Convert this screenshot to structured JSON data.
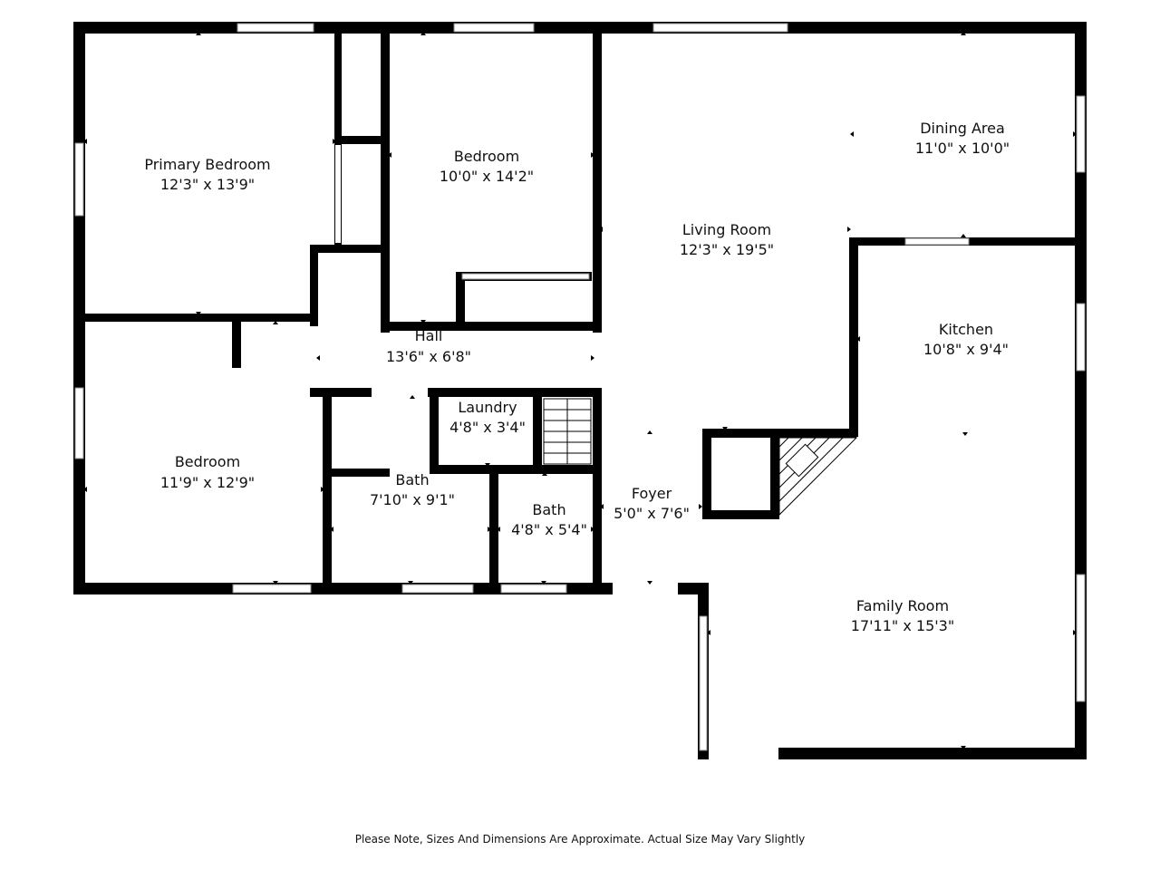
{
  "rooms": [
    {
      "key": "primary_bedroom",
      "name": "Primary Bedroom",
      "dims": "12'3\" x 13'9\""
    },
    {
      "key": "bedroom_2",
      "name": "Bedroom",
      "dims": "10'0\" x 14'2\""
    },
    {
      "key": "living_room",
      "name": "Living Room",
      "dims": "12'3\" x 19'5\""
    },
    {
      "key": "dining_area",
      "name": "Dining Area",
      "dims": "11'0\" x 10'0\""
    },
    {
      "key": "kitchen",
      "name": "Kitchen",
      "dims": "10'8\" x 9'4\""
    },
    {
      "key": "hall",
      "name": "Hall",
      "dims": "13'6\" x 6'8\""
    },
    {
      "key": "laundry",
      "name": "Laundry",
      "dims": "4'8\" x 3'4\""
    },
    {
      "key": "bedroom_3",
      "name": "Bedroom",
      "dims": "11'9\" x 12'9\""
    },
    {
      "key": "bath_1",
      "name": "Bath",
      "dims": "7'10\" x 9'1\""
    },
    {
      "key": "bath_2",
      "name": "Bath",
      "dims": "4'8\" x 5'4\""
    },
    {
      "key": "foyer",
      "name": "Foyer",
      "dims": "5'0\" x 7'6\""
    },
    {
      "key": "family_room",
      "name": "Family Room",
      "dims": "17'11\" x 15'3\""
    }
  ],
  "footer": {
    "disclaimer": "Please Note, Sizes And Dimensions Are Approximate. Actual Size May Vary Slightly"
  },
  "colors": {
    "wall": "#000000",
    "background": "#ffffff",
    "window_frame": "#8a8a8a"
  }
}
